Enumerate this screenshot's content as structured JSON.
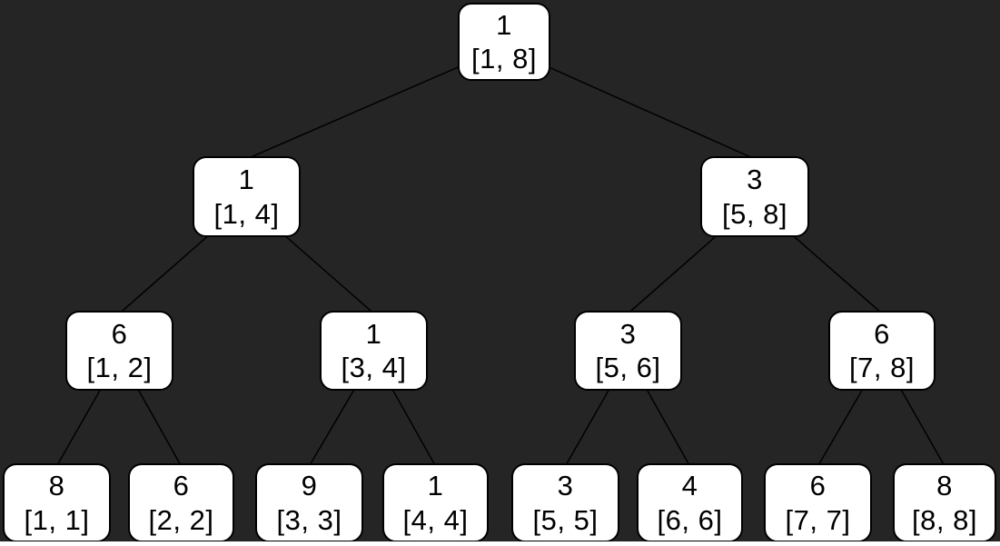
{
  "diagram": {
    "kind": "segment-tree",
    "nodes": [
      {
        "id": "n1",
        "value": "1",
        "range": "[1, 8]",
        "level": 1
      },
      {
        "id": "n2",
        "value": "1",
        "range": "[1, 4]",
        "level": 2
      },
      {
        "id": "n3",
        "value": "3",
        "range": "[5, 8]",
        "level": 2
      },
      {
        "id": "n4",
        "value": "6",
        "range": "[1, 2]",
        "level": 3
      },
      {
        "id": "n5",
        "value": "1",
        "range": "[3, 4]",
        "level": 3
      },
      {
        "id": "n6",
        "value": "3",
        "range": "[5, 6]",
        "level": 3
      },
      {
        "id": "n7",
        "value": "6",
        "range": "[7, 8]",
        "level": 3
      },
      {
        "id": "n8",
        "value": "8",
        "range": "[1, 1]",
        "level": 4
      },
      {
        "id": "n9",
        "value": "6",
        "range": "[2, 2]",
        "level": 4
      },
      {
        "id": "n10",
        "value": "9",
        "range": "[3, 3]",
        "level": 4
      },
      {
        "id": "n11",
        "value": "1",
        "range": "[4, 4]",
        "level": 4
      },
      {
        "id": "n12",
        "value": "3",
        "range": "[5, 5]",
        "level": 4
      },
      {
        "id": "n13",
        "value": "4",
        "range": "[6, 6]",
        "level": 4
      },
      {
        "id": "n14",
        "value": "6",
        "range": "[7, 7]",
        "level": 4
      },
      {
        "id": "n15",
        "value": "8",
        "range": "[8, 8]",
        "level": 4
      }
    ],
    "edges": [
      [
        "n1",
        "n2"
      ],
      [
        "n1",
        "n3"
      ],
      [
        "n2",
        "n4"
      ],
      [
        "n2",
        "n5"
      ],
      [
        "n3",
        "n6"
      ],
      [
        "n3",
        "n7"
      ],
      [
        "n4",
        "n8"
      ],
      [
        "n4",
        "n9"
      ],
      [
        "n5",
        "n10"
      ],
      [
        "n5",
        "n11"
      ],
      [
        "n6",
        "n12"
      ],
      [
        "n6",
        "n13"
      ],
      [
        "n7",
        "n14"
      ],
      [
        "n7",
        "n15"
      ]
    ],
    "colors": {
      "background": "#252525",
      "node_fill": "#ffffff",
      "node_border": "#000000",
      "edge": "#000000",
      "text": "#000000",
      "bottom_strip": "#ffffff"
    }
  }
}
